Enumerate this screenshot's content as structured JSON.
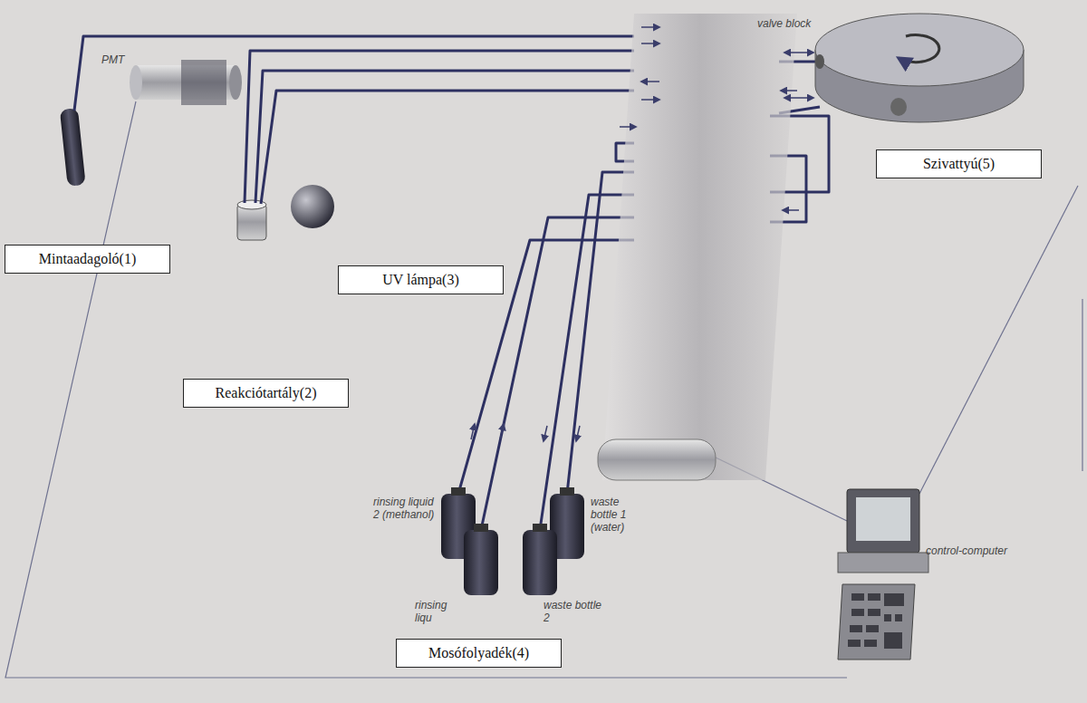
{
  "diagram": {
    "nodes": [
      {
        "text": [
          "Mintaadagoló(1)"
        ]
      },
      {
        "text": [
          "Reakciótartály(2)"
        ]
      },
      {
        "text": [
          "UV lámpa(3)"
        ]
      },
      {
        "text": [
          "Mosófolyadék(4)"
        ]
      },
      {
        "text": [
          "Szivattyú(5)"
        ]
      }
    ],
    "labels": [
      "valve block",
      "PMT",
      "rinsing liquid 2 (methanol)",
      "rinsing liqu",
      "waste bottle 2",
      "waste bottle 1 (water)",
      "control-computer"
    ]
  }
}
